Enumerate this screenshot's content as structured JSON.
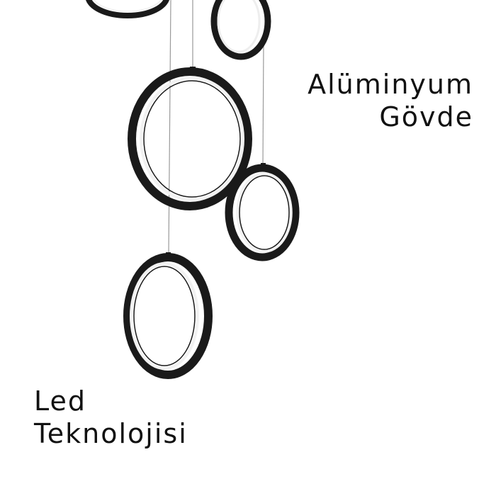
{
  "product_image": {
    "subject": "ring-pendant-lamp",
    "ring_color": "#1a1a1a",
    "led_color": "#f2f2f2",
    "background": "#ffffff"
  },
  "captions": {
    "top_right": {
      "line1": "Alüminyum",
      "line2": "Gövde"
    },
    "bottom_left": {
      "line1": "Led",
      "line2": "Teknolojisi"
    }
  }
}
